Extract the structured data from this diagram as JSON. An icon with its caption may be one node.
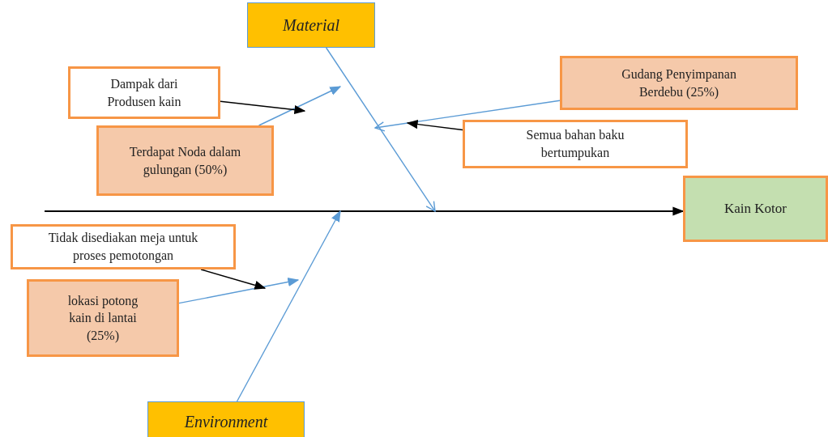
{
  "diagram": {
    "nodes": [
      {
        "text": [
          "Material"
        ]
      },
      {
        "text": [
          "Dampak dari Produsen kain"
        ]
      },
      {
        "text": [
          "Terdapat Noda dalam gulungan (50%)"
        ]
      },
      {
        "text": [
          "Gudang Penyimpanan Berdebu (25%)"
        ]
      },
      {
        "text": [
          "Semua bahan baku bertumpukan"
        ]
      },
      {
        "text": [
          "Kain Kotor"
        ]
      },
      {
        "text": [
          "Tidak disediakan meja untuk proses pemotongan"
        ]
      },
      {
        "text": [
          "lokasi potong kain di lantai (25%)"
        ]
      },
      {
        "text": [
          "Environment"
        ]
      }
    ],
    "edges": [
      {
        "from": null,
        "to": 5,
        "arrow": "to",
        "color": "#000000"
      },
      {
        "from": 0,
        "to": null,
        "arrow": "to"
      },
      {
        "from": 8,
        "to": null,
        "arrow": "to"
      },
      {
        "from": 2,
        "to": null,
        "arrow": "to"
      },
      {
        "from": 1,
        "to": null,
        "arrow": "to",
        "color": "#000000"
      },
      {
        "from": 3,
        "to": null,
        "arrow": "to"
      },
      {
        "from": 4,
        "to": null,
        "arrow": "to",
        "color": "#000000"
      },
      {
        "from": 7,
        "to": null,
        "arrow": "to"
      },
      {
        "from": 6,
        "to": null,
        "arrow": "to",
        "color": "#000000"
      }
    ]
  }
}
